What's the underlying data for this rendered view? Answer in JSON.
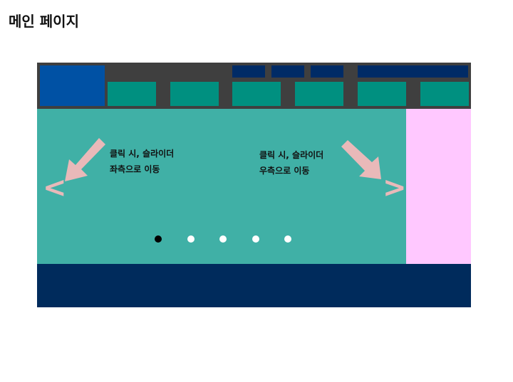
{
  "page": {
    "title": "메인 페이지"
  },
  "annotations": {
    "left": {
      "line1": "클릭 시, 슬라이더",
      "line2": "좌측으로 이동"
    },
    "right": {
      "line1": "클릭 시, 슬라이더",
      "line2": "우측으로 이동"
    }
  },
  "slider": {
    "prev_glyph": "<",
    "next_glyph": ">",
    "dot_count": 5,
    "active_dot_index": 0
  },
  "colors": {
    "header_bg": "#3f3f3f",
    "logo_block": "#0051a4",
    "utility_menu": "#002b66",
    "nav_item": "#009080",
    "slider_bg": "#40b0a6",
    "side_panel": "#ffc8ff",
    "footer_bg": "#002b5c",
    "annotation_arrow": "#e9b9b9",
    "dot_active": "#000000",
    "dot_inactive": "#ffffff"
  }
}
